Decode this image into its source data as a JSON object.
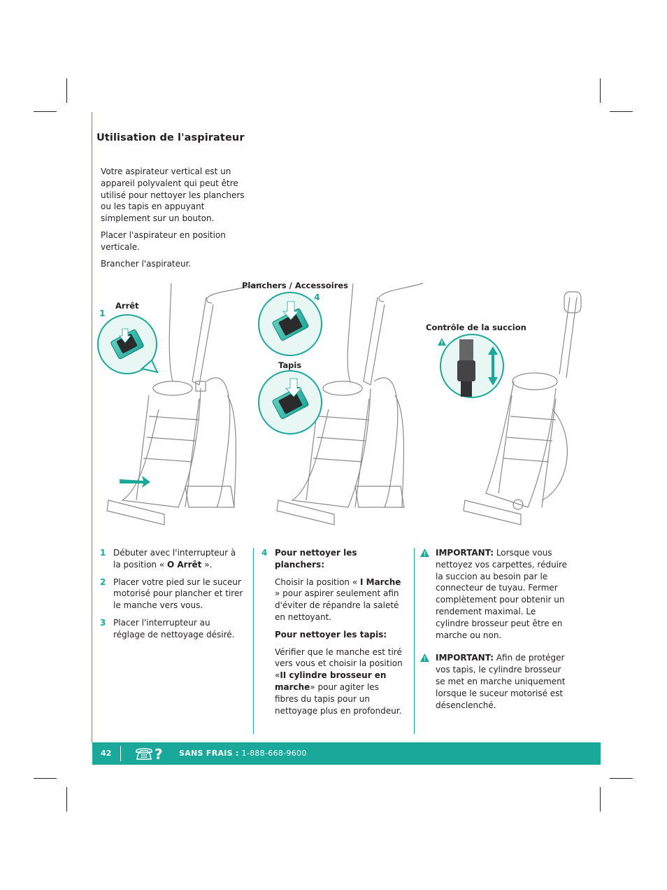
{
  "page": {
    "title": "Utilisation de l'aspirateur",
    "intro": [
      "Votre aspirateur vertical est un appareil polyvalent qui peut être utilisé pour nettoyer les planchers ou les tapis en appuyant simplement sur un bouton.",
      "Placer l'aspirateur en position verticale.",
      "Brancher l'aspirateur."
    ]
  },
  "figure": {
    "label_arret": "Arrêt",
    "label_planchers": "Planchers / Accessoires",
    "label_tapis": "Tapis",
    "label_succion": "Contrôle de la succion",
    "num_1": "1",
    "num_4": "4"
  },
  "col1": {
    "items": [
      {
        "num": "1",
        "text_a": "Débuter avec l'interrupteur à la position « ",
        "bold": "O Arrêt",
        "text_b": " »."
      },
      {
        "num": "2",
        "text": "Placer votre pied sur le suceur motorisé pour plancher et tirer le manche vers vous."
      },
      {
        "num": "3",
        "text": "Placer l'interrupteur au réglage de nettoyage désiré."
      }
    ]
  },
  "col2": {
    "num": "4",
    "heading1": "Pour nettoyer les planchers:",
    "p1_a": "Choisir la position « ",
    "p1_bold": "I Marche",
    "p1_b": " » pour aspirer seulement afin d'éviter de répandre la saleté en nettoyant.",
    "heading2": "Pour nettoyer les tapis:",
    "p2_a": "Vérifier que le manche est tiré vers vous et choisir la position «",
    "p2_bold": "II cylindre brosseur en marche",
    "p2_b": "» pour agiter les fibres du tapis pour un nettoyage plus en profondeur."
  },
  "col3": {
    "w1_bold": "IMPORTANT:",
    "w1_text": " Lorsque vous nettoyez vos carpettes, réduire la succion au besoin par le connecteur de tuyau. Fermer complètement pour obtenir un rendement maximal. Le cylindre brosseur peut être en marche ou non.",
    "w2_bold": "IMPORTANT:",
    "w2_text": " Afin de protéger vos tapis, le cylindre brosseur se met en marche uniquement lorsque le suceur motorisé est désenclenché."
  },
  "footer": {
    "page_number": "42",
    "tollfree_label": "SANS FRAIS :",
    "tollfree_number": " 1-888-668-9600"
  },
  "colors": {
    "accent": "#1aa89a",
    "text": "#231f20"
  },
  "icons": [
    "phone-question-icon",
    "warning-icon",
    "switch-icon",
    "arrow-icon"
  ]
}
